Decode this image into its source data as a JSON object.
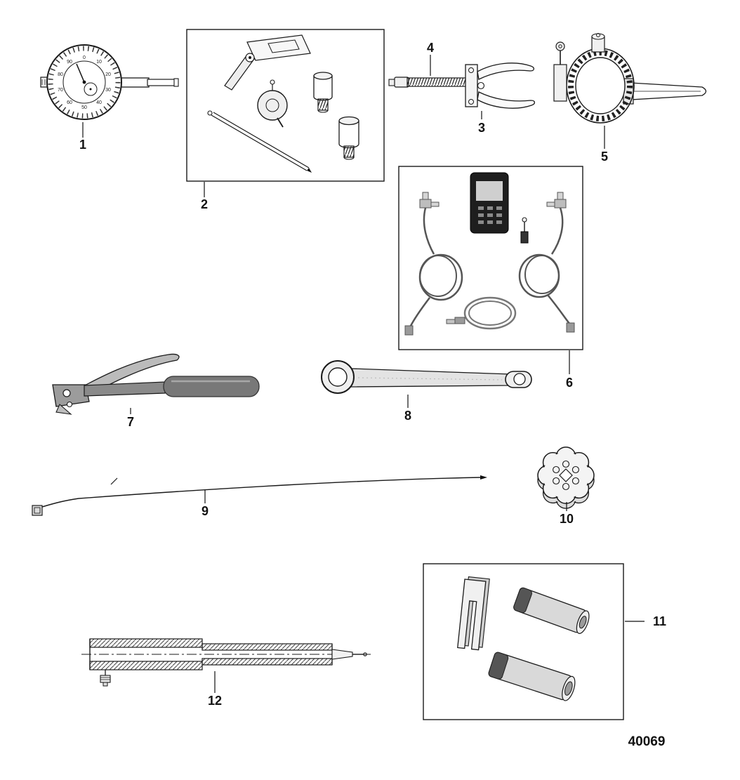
{
  "figure": {
    "drawing_number": "40069"
  },
  "callouts": [
    {
      "label": "1",
      "item": "dial-indicator"
    },
    {
      "label": "2",
      "item": "adjustment-tool-kit-box"
    },
    {
      "label": "3",
      "item": "spreader-clamp-tool"
    },
    {
      "label": "4",
      "item": "threaded-rod"
    },
    {
      "label": "5",
      "item": "strap-clamp-tool"
    },
    {
      "label": "6",
      "item": "gauge-and-hose-kit-box"
    },
    {
      "label": "7",
      "item": "strap-wrench"
    },
    {
      "label": "8",
      "item": "box-end-wrench"
    },
    {
      "label": "9",
      "item": "long-cable-tool"
    },
    {
      "label": "10",
      "item": "star-knob"
    },
    {
      "label": "11",
      "item": "driver-set-box"
    },
    {
      "label": "12",
      "item": "cross-section-tool"
    }
  ],
  "dial_indicator": {
    "scale_numbers": [
      "0",
      "10",
      "20",
      "30",
      "40",
      "50",
      "60",
      "70",
      "80",
      "90"
    ]
  }
}
